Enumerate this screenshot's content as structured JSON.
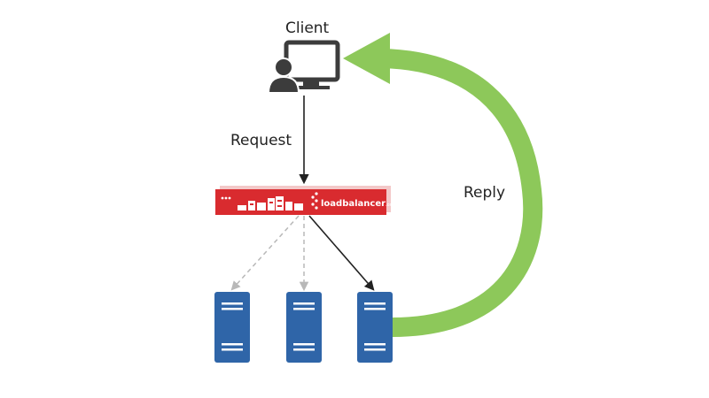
{
  "labels": {
    "client": "Client",
    "request": "Request",
    "reply": "Reply"
  },
  "load_balancer": {
    "brand": "loadbalancer",
    "brand_suffix": ".org"
  },
  "colors": {
    "client_icon": "#3c3c3c",
    "appliance_red": "#d92b2f",
    "server_blue": "#2f65a8",
    "reply_arrow": "#8dc85a",
    "active_line": "#222222",
    "inactive_line": "#b8b8b8"
  },
  "icons": {
    "client": "user-at-computer-icon",
    "load_balancer": "load-balancer-appliance-icon",
    "server": "server-icon"
  },
  "servers": [
    {
      "id": "server-1",
      "active": false
    },
    {
      "id": "server-2",
      "active": false
    },
    {
      "id": "server-3",
      "active": true
    }
  ]
}
